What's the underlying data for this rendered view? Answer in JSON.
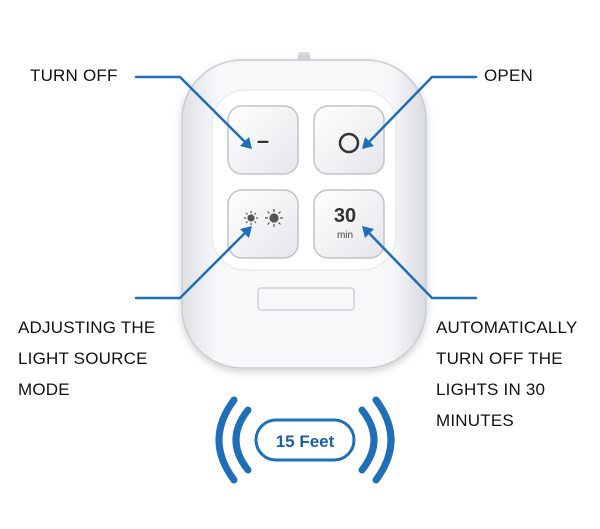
{
  "labels": {
    "turn_off": "TURN OFF",
    "open": "OPEN",
    "adjusting": [
      "ADJUSTING THE",
      "LIGHT SOURCE",
      "MODE"
    ],
    "auto_off": [
      "AUTOMATICALLY",
      "TURN OFF THE",
      "LIGHTS IN 30",
      "MINUTES"
    ]
  },
  "buttons": {
    "off_symbol": "–",
    "on_symbol": "O",
    "timer_number": "30",
    "timer_unit": "min"
  },
  "range": {
    "text": "15 Feet"
  },
  "colors": {
    "callout_line": "#1f6fb8",
    "range_waves": "#1f6fb8",
    "range_text": "#1b5fa8",
    "remote_body": "#f2f3f5",
    "remote_edge": "#c9ccd1"
  }
}
